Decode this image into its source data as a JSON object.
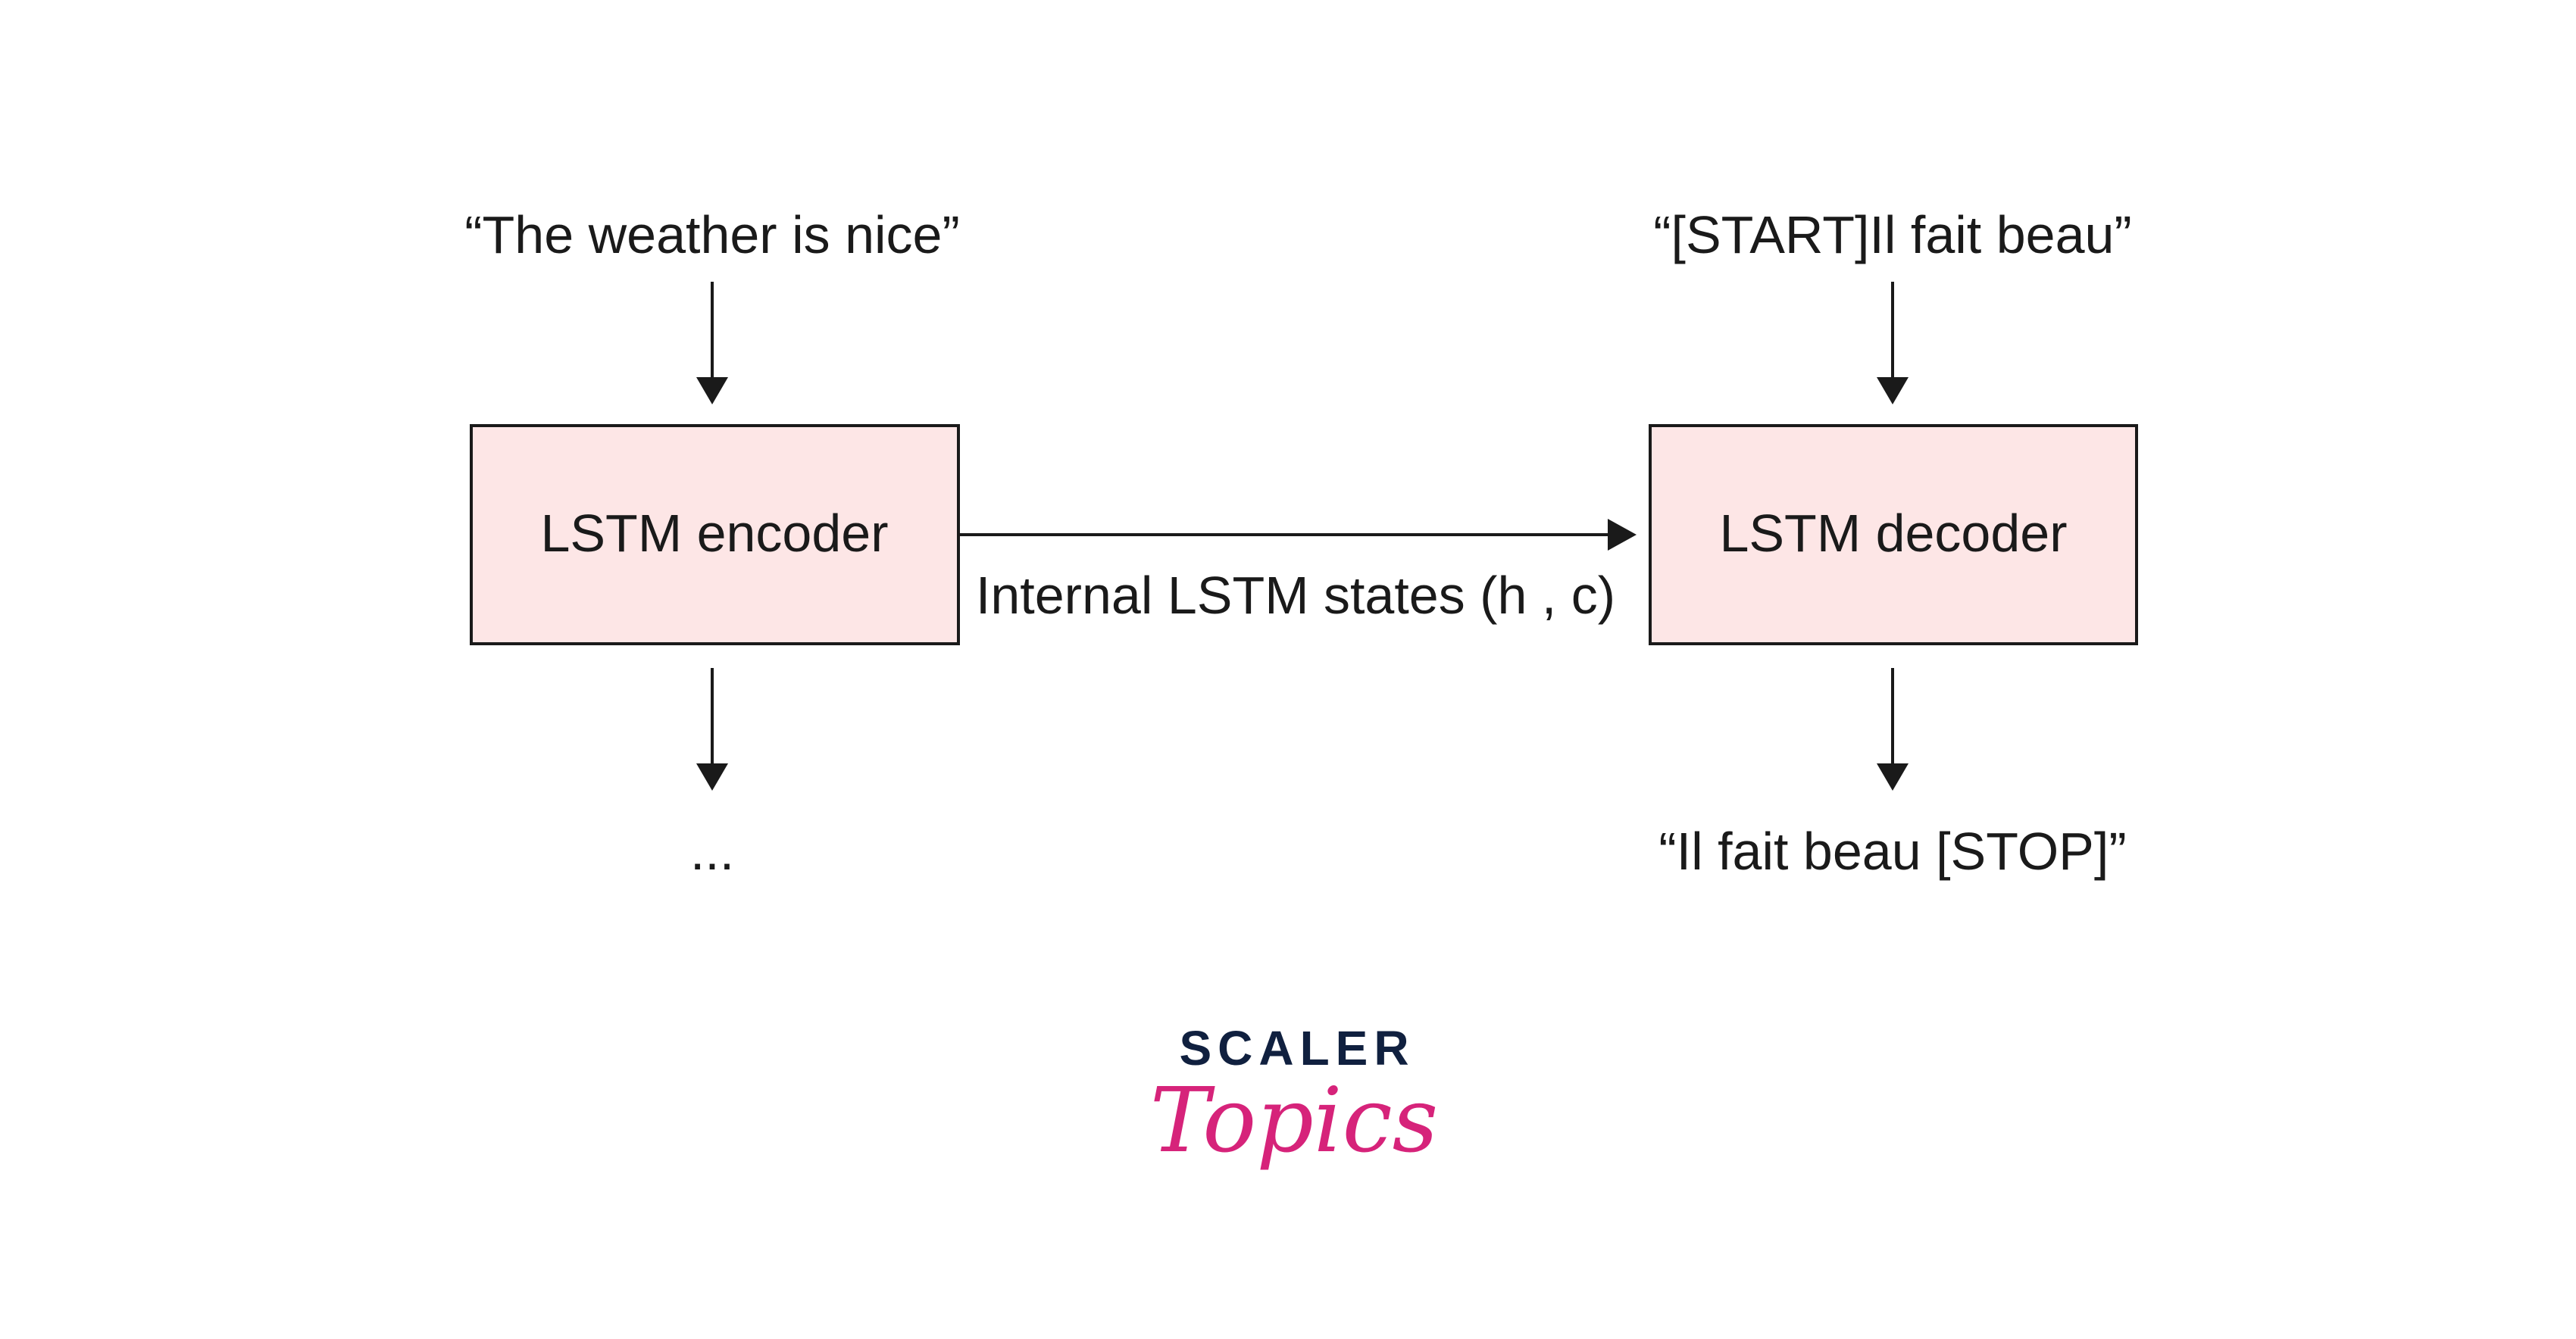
{
  "diagram": {
    "encoder_input": "“The weather is nice”",
    "encoder_label": "LSTM encoder",
    "encoder_output": "...",
    "states_label": "Internal LSTM states (h , c)",
    "decoder_input": "“[START]Il fait beau”",
    "decoder_label": "LSTM decoder",
    "decoder_output": "“Il fait beau [STOP]”"
  },
  "logo": {
    "brand": "SCALER",
    "product": "Topics"
  },
  "colors": {
    "box_fill": "#fde6e6",
    "stroke": "#1a1a1a",
    "brand_navy": "#10203f",
    "brand_pink": "#d6237a"
  }
}
